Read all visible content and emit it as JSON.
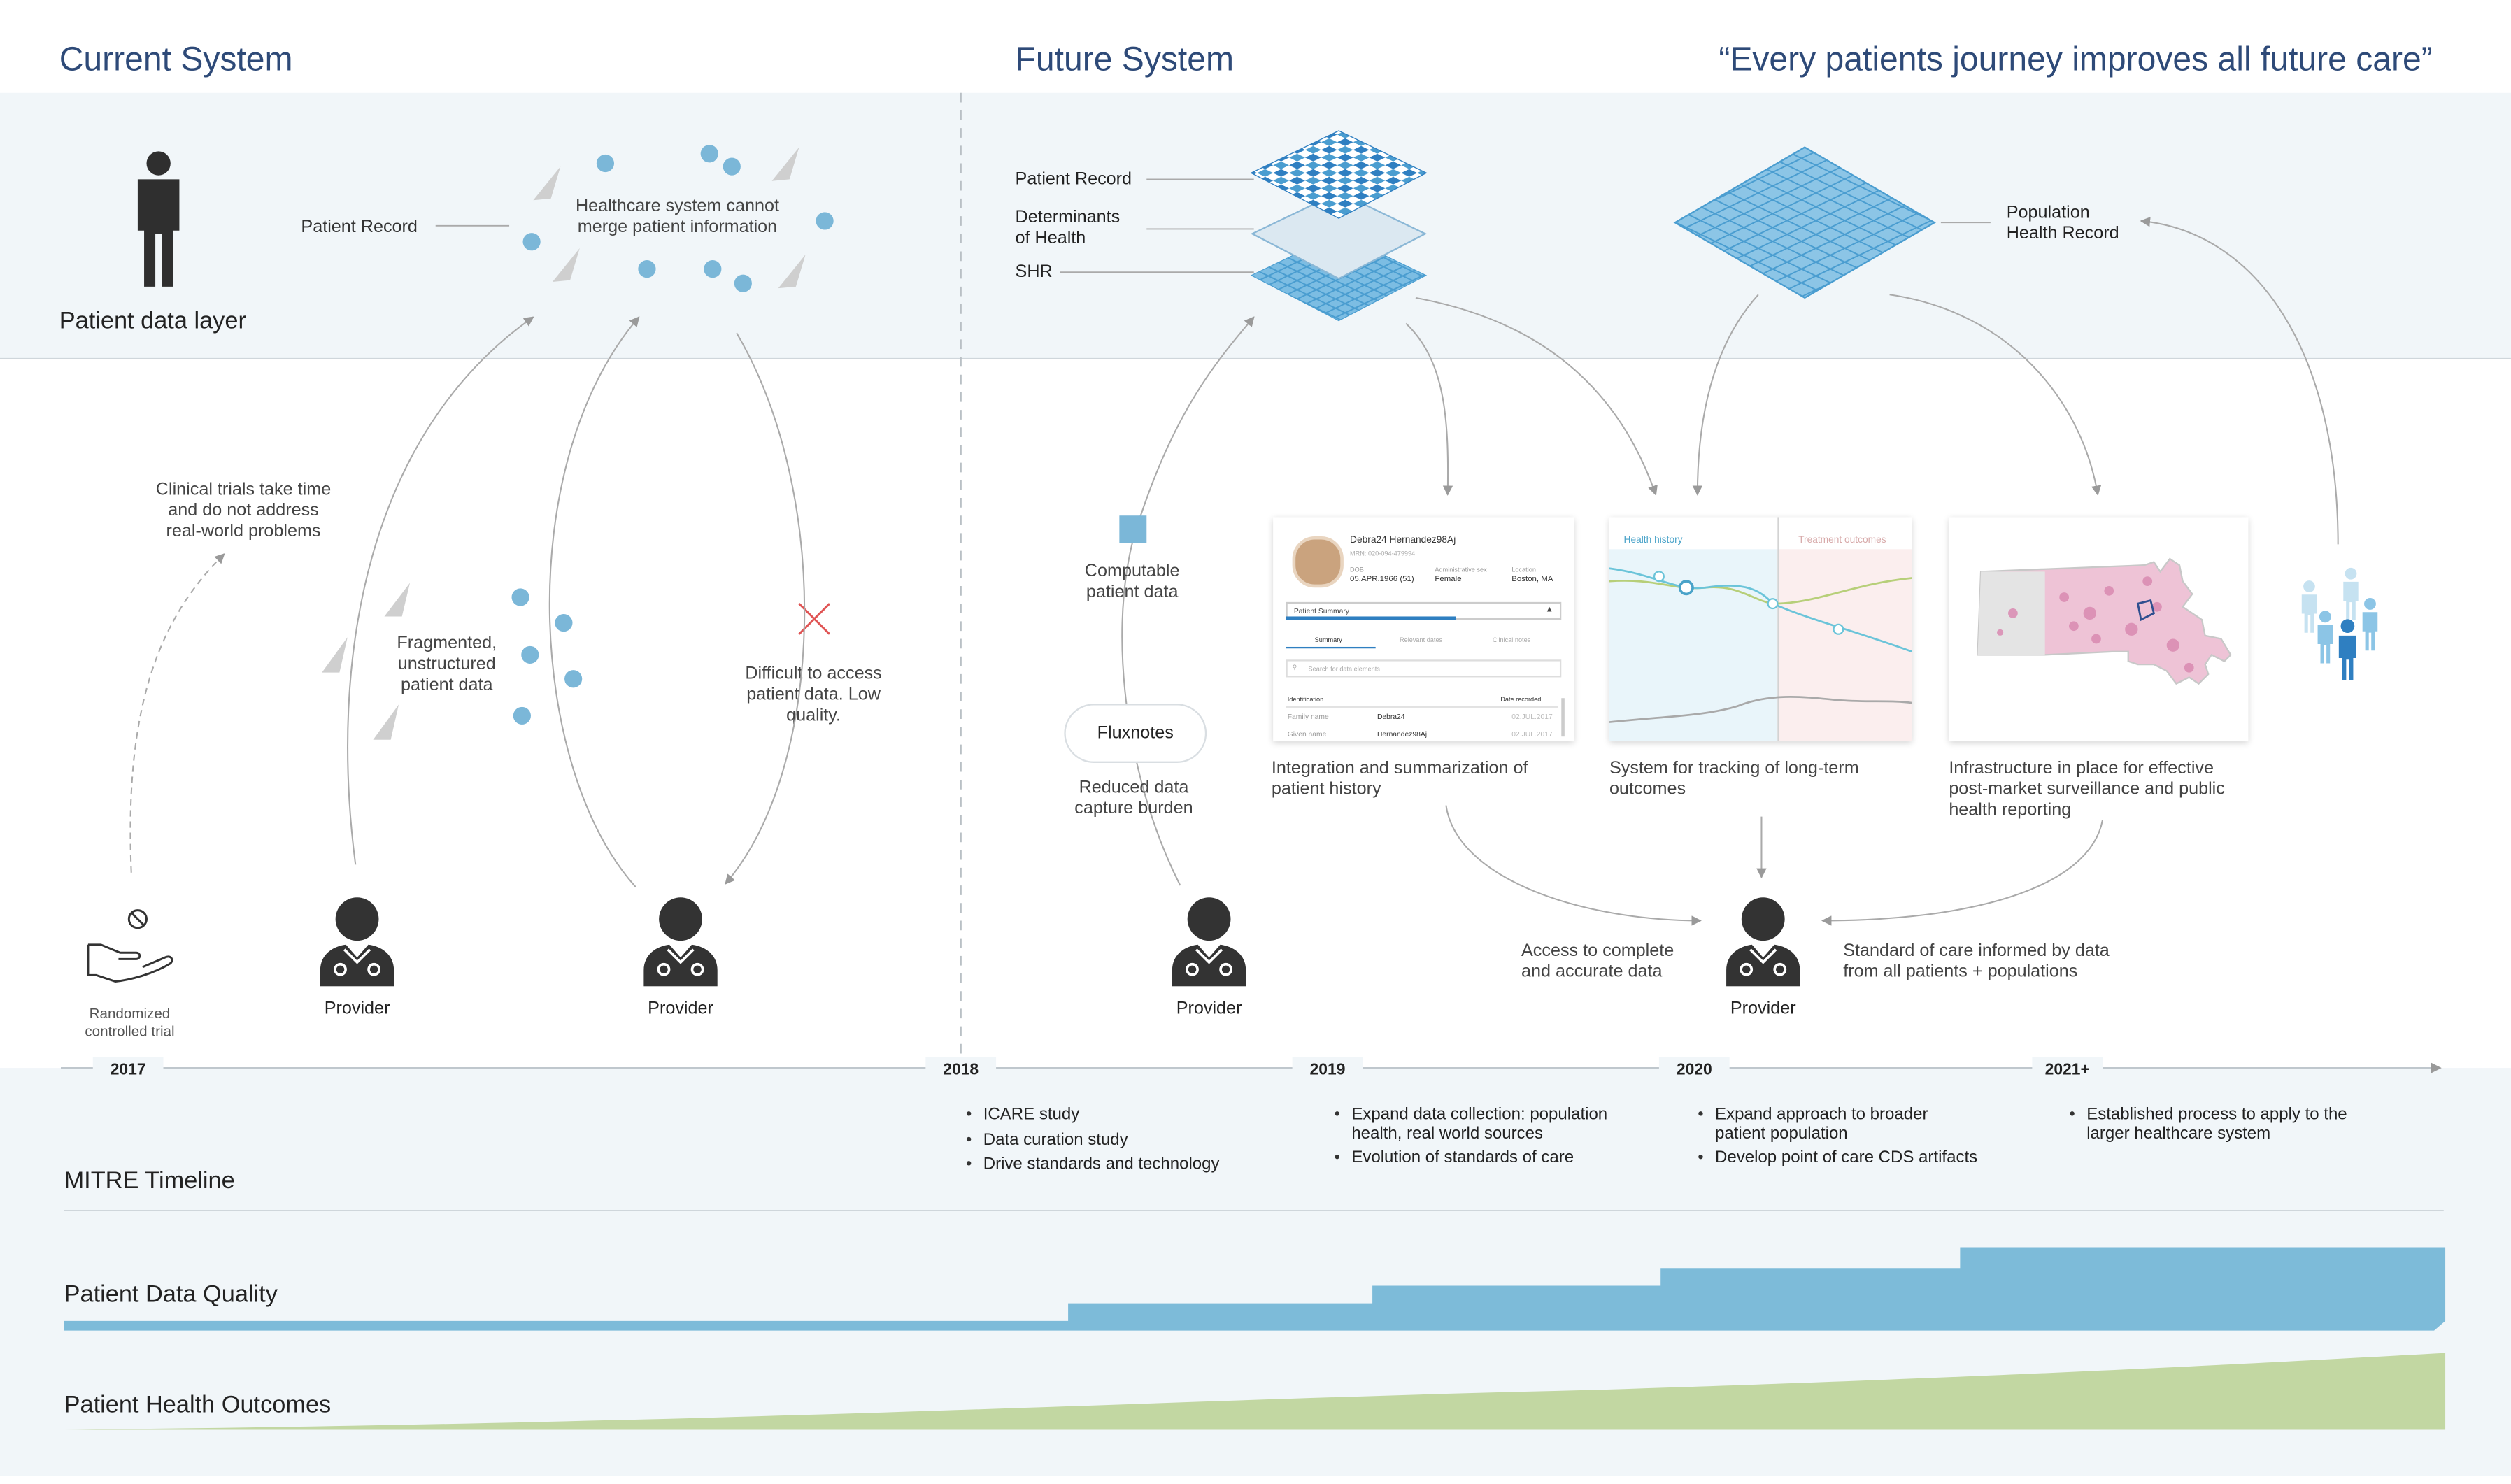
{
  "header": {
    "current_title": "Current System",
    "future_title": "Future System",
    "quote": "“Every patients journey improves all future care”"
  },
  "current": {
    "patient_data_layer": "Patient data layer",
    "patient_record": "Patient Record",
    "merge_note": [
      "Healthcare system cannot",
      "merge patient information"
    ],
    "clinical_trials_note": [
      "Clinical trials take time",
      "and do not address",
      "real-world problems"
    ],
    "fragmented_note": [
      "Fragmented,",
      "unstructured",
      "patient data"
    ],
    "difficult_note": [
      "Difficult to access",
      "patient data. Low",
      "quality."
    ],
    "rct_label": [
      "Randomized",
      "controlled trial"
    ],
    "provider_label": "Provider"
  },
  "future": {
    "layers": [
      "Patient Record",
      "Determinants",
      "of Health",
      "SHR"
    ],
    "population_record": [
      "Population",
      "Health Record"
    ],
    "computable": [
      "Computable",
      "patient data"
    ],
    "fluxnotes": "Fluxnotes",
    "reduced": [
      "Reduced data",
      "capture burden"
    ],
    "integration": [
      "Integration and summarization of",
      "patient history"
    ],
    "tracking": [
      "System for tracking of long-term",
      "outcomes"
    ],
    "infrastructure": [
      "Infrastructure in place for effective",
      "post-market surveillance and public",
      "health reporting"
    ],
    "access": [
      "Access to complete",
      "and accurate data"
    ],
    "standard": [
      "Standard of care informed by data",
      "from all patients + populations"
    ],
    "provider_label": "Provider"
  },
  "patient_card": {
    "name": "Debra24 Hernandez98Aj",
    "mrn": "MRN: 020-094-479994",
    "dob_label": "DOB",
    "dob": "05.APR.1966 (51)",
    "sex_label": "Administrative sex",
    "sex": "Female",
    "loc_label": "Location",
    "loc": "Boston, MA",
    "summary": "Patient Summary",
    "tabs": [
      "Summary",
      "Relevant dates",
      "Clinical notes"
    ],
    "search": "Search for data elements",
    "col1": "Identification",
    "col2": "Date recorded",
    "rows": [
      [
        "Family name",
        "Debra24",
        "02.JUL.2017"
      ],
      [
        "Given name",
        "Hernandez98Aj",
        "02.JUL.2017"
      ]
    ]
  },
  "outcome_card": {
    "left": "Health history",
    "right": "Treatment outcomes"
  },
  "timeline": {
    "years": [
      "2017",
      "2018",
      "2019",
      "2020",
      "2021+"
    ],
    "bullets": [
      [
        "ICARE study",
        "Data curation study",
        "Drive standards and technology"
      ],
      [
        "Expand data collection: population",
        "health, real world sources",
        "Evolution of standards of care"
      ],
      [
        "Expand approach to broader",
        "patient population",
        "Develop point of care CDS artifacts"
      ],
      [
        "Established process to apply to the",
        "larger healthcare system"
      ]
    ],
    "mitre_label": "MITRE Timeline",
    "quality_label": "Patient Data Quality",
    "outcomes_label": "Patient Health Outcomes"
  },
  "colors": {
    "title": "#2e4a78",
    "dot": "#7bb7d8",
    "layer": "#4a9dd0",
    "quality": "#7dbbd9",
    "outcomes": "#c2d7a2",
    "band": "#f1f6f9",
    "provider": "#333333",
    "cross": "#e05454"
  }
}
